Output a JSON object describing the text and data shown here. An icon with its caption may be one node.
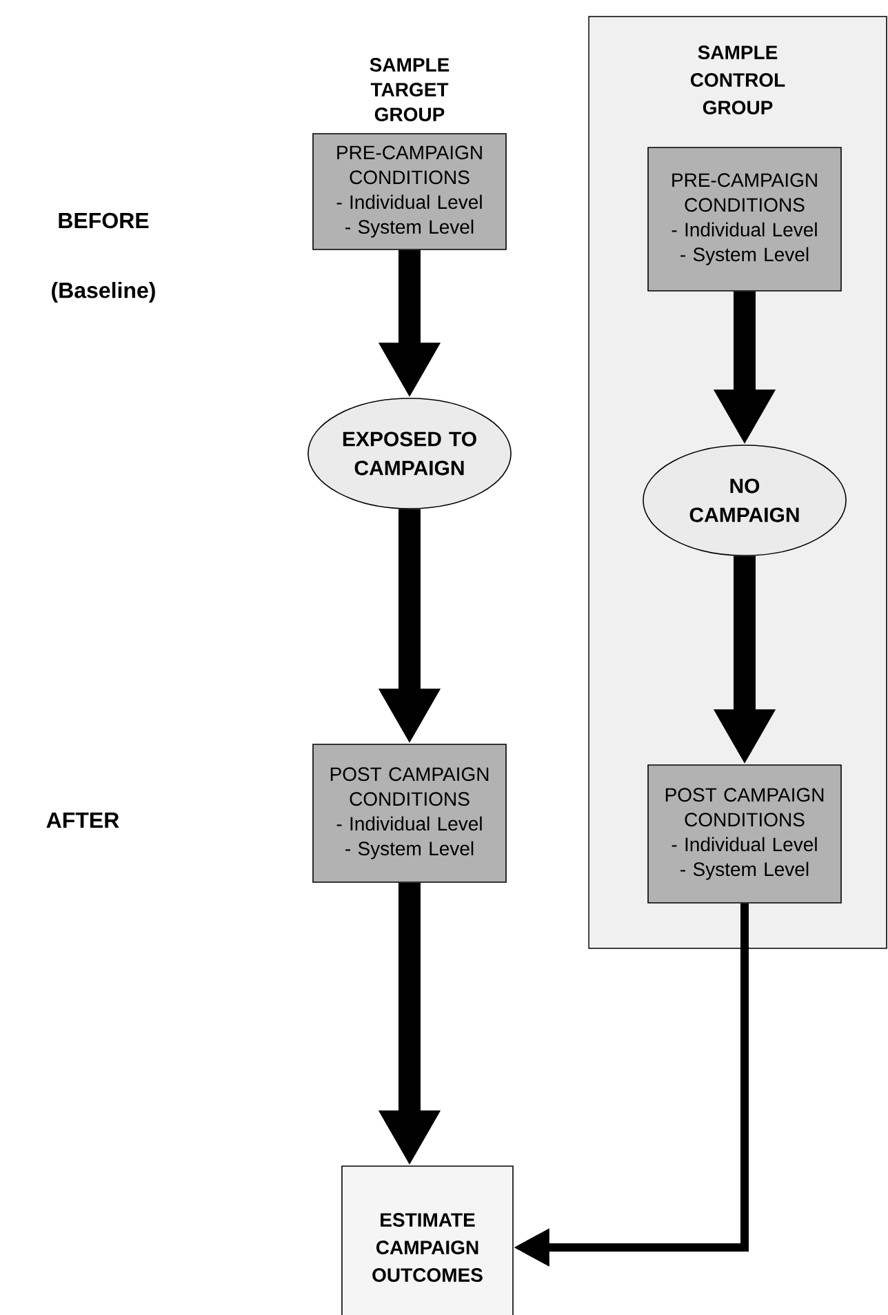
{
  "diagram": {
    "nodes": [
      {
        "text": [
          "SAMPLE CONTROL GROUP"
        ]
      },
      {
        "text": [
          "PRE-CAMPAIGN CONDITIONS",
          "- Individual Level",
          "- System Level"
        ]
      },
      {
        "text": [
          "PRE-CAMPAIGN CONDITIONS",
          "- Individual Level",
          "- System Level"
        ],
        "in": 0
      },
      {
        "text": [
          "EXPOSED TO CAMPAIGN"
        ]
      },
      {
        "text": [
          "NO CAMPAIGN"
        ],
        "in": 0
      },
      {
        "text": [
          "POST CAMPAIGN CONDITIONS",
          "- Individual Level",
          "- System Level"
        ]
      },
      {
        "text": [
          "POST CAMPAIGN CONDITIONS",
          "- Individual Level",
          "- System Level"
        ],
        "in": 0
      },
      {
        "text": [
          "ESTIMATE CAMPAIGN OUTCOMES"
        ]
      }
    ],
    "edges": [
      {
        "from": 1,
        "to": 3,
        "arrow": "to"
      },
      {
        "from": 3,
        "to": 5,
        "arrow": "to"
      },
      {
        "from": 5,
        "to": 7,
        "arrow": "to"
      },
      {
        "from": 2,
        "to": 4,
        "arrow": "to"
      },
      {
        "from": 4,
        "to": 6,
        "arrow": "to"
      },
      {
        "from": 6,
        "to": 7,
        "arrow": "to"
      }
    ],
    "labels": [
      "SAMPLE TARGET GROUP",
      "BEFORE",
      "(Baseline)",
      "AFTER"
    ]
  }
}
